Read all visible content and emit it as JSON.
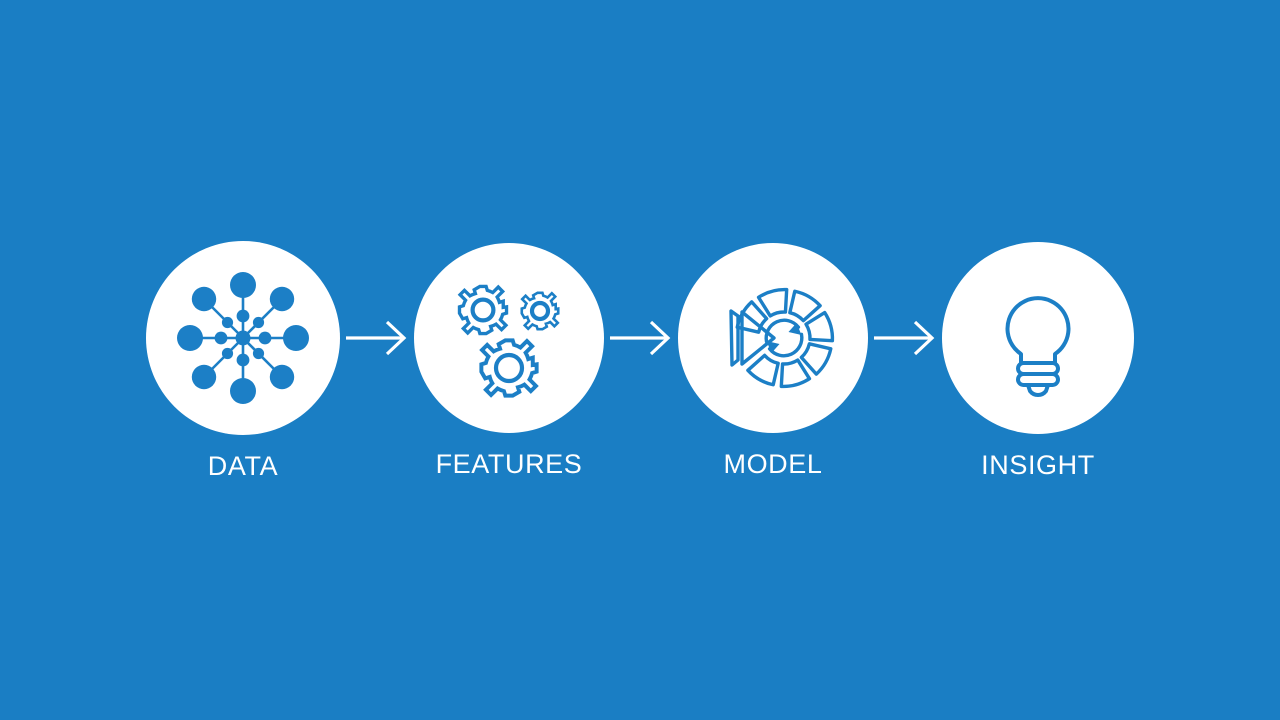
{
  "slide": {
    "background_color": "#1A7EC4",
    "accent_color": "#1C7FC6",
    "disc_color": "#FFFFFF",
    "label_color": "#FFFFFF",
    "type": "process-flow",
    "step_count": 4
  },
  "steps": [
    {
      "label": "DATA",
      "icon": "network-nodes-icon",
      "icon_style": "filled"
    },
    {
      "label": "FEATURES",
      "icon": "gears-icon",
      "icon_style": "outline"
    },
    {
      "label": "MODEL",
      "icon": "segmented-wheel-refresh-icon",
      "icon_style": "outline"
    },
    {
      "label": "INSIGHT",
      "icon": "lightbulb-icon",
      "icon_style": "outline"
    }
  ],
  "connectors": [
    {
      "icon": "arrow-right-icon"
    },
    {
      "icon": "arrow-right-icon"
    },
    {
      "icon": "arrow-right-icon"
    }
  ]
}
